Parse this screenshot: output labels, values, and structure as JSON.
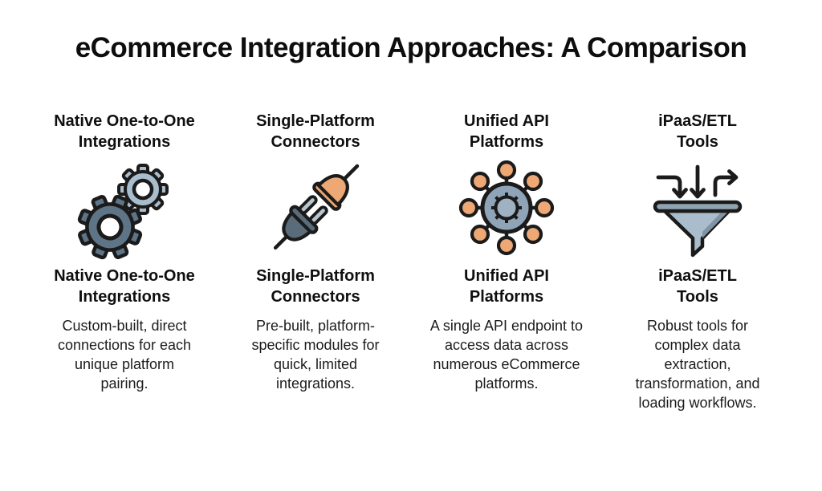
{
  "page": {
    "title": "eCommerce Integration Approaches: A Comparison"
  },
  "colors": {
    "background": "#ffffff",
    "text": "#141414",
    "outline": "#1b1b1b",
    "dark_slate": "#5a6b7a",
    "mid_slate": "#8fa4b6",
    "light_slate": "#a9bdcc",
    "orange": "#eda875"
  },
  "columns": [
    {
      "id": "native-one-to-one",
      "icon": "gears-icon",
      "title": "Native One-to-One Integrations",
      "title_lines": [
        "Native One-to-One",
        "Integrations"
      ],
      "description": "Custom-built, direct connections for each unique platform pairing."
    },
    {
      "id": "single-platform",
      "icon": "plug-connector-icon",
      "title": "Single-Platform Connectors",
      "title_lines": [
        "Single-Platform",
        "Connectors"
      ],
      "description": "Pre-built, platform-specific modules for quick, limited integrations."
    },
    {
      "id": "unified-api",
      "icon": "network-hub-icon",
      "title": "Unified API Platforms",
      "title_lines": [
        "Unified API",
        "Platforms"
      ],
      "description": "A single API endpoint to access data across numerous eCommerce platforms."
    },
    {
      "id": "ipaas-etl",
      "icon": "funnel-etl-icon",
      "title": "iPaaS/ETL Tools",
      "title_lines": [
        "iPaaS/ETL",
        "Tools"
      ],
      "description": "Robust tools for complex data extraction, transformation, and loading workflows."
    }
  ]
}
